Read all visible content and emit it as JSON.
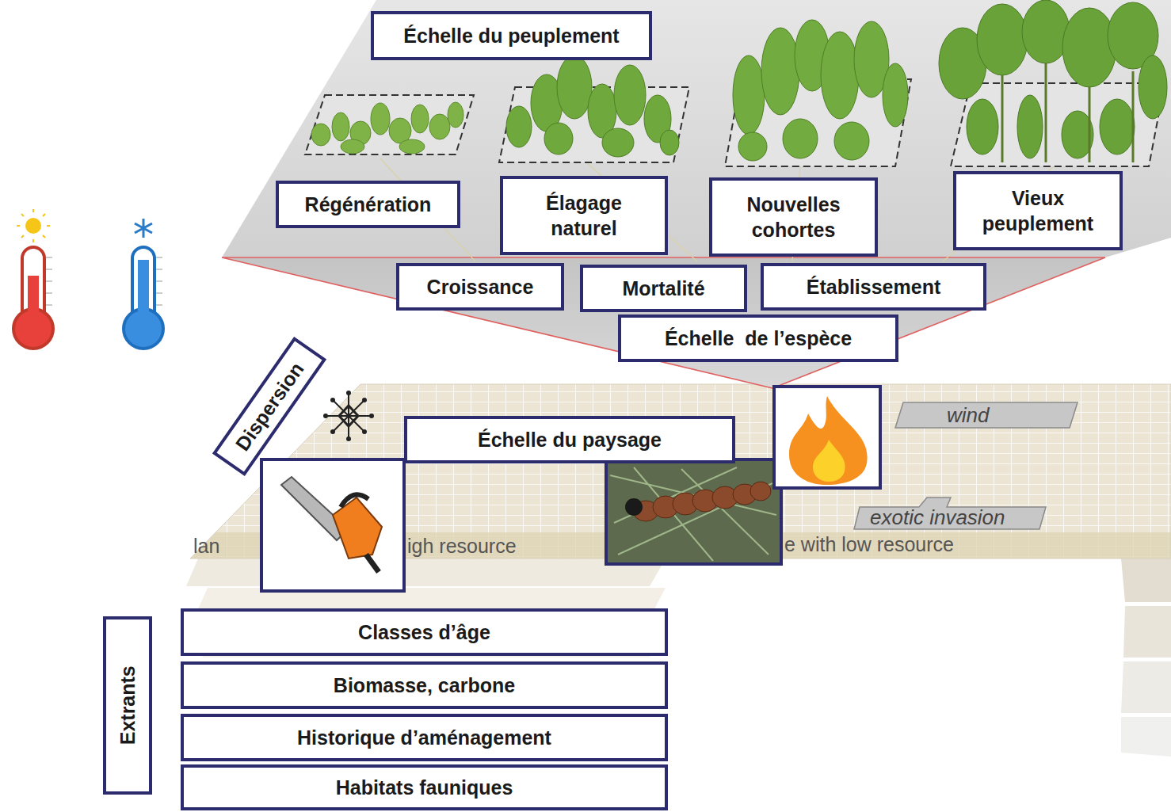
{
  "diagram": {
    "nodes": [
      {
        "text": [
          "Échelle du peuplement"
        ]
      },
      {
        "text": [
          "Régénération"
        ]
      },
      {
        "text": [
          "Élagage naturel"
        ]
      },
      {
        "text": [
          "Nouvelles cohortes"
        ]
      },
      {
        "text": [
          "Vieux peuplement"
        ]
      },
      {
        "text": [
          "Croissance"
        ]
      },
      {
        "text": [
          "Mortalité"
        ]
      },
      {
        "text": [
          "Établissement"
        ]
      },
      {
        "text": [
          "Échelle  de l’espèce"
        ]
      },
      {
        "text": [
          "Dispersion"
        ]
      },
      {
        "text": [
          "Échelle du paysage"
        ]
      },
      {
        "text": [
          "Extrants"
        ]
      },
      {
        "text": [
          "Classes d’âge"
        ]
      },
      {
        "text": [
          "Biomasse, carbone"
        ]
      },
      {
        "text": [
          "Historique d’aménagement"
        ]
      },
      {
        "text": [
          "Habitats fauniques"
        ]
      }
    ],
    "labels": [
      "wind",
      "exotic invasion",
      "lan",
      "igh resource",
      "e with low resource"
    ]
  }
}
